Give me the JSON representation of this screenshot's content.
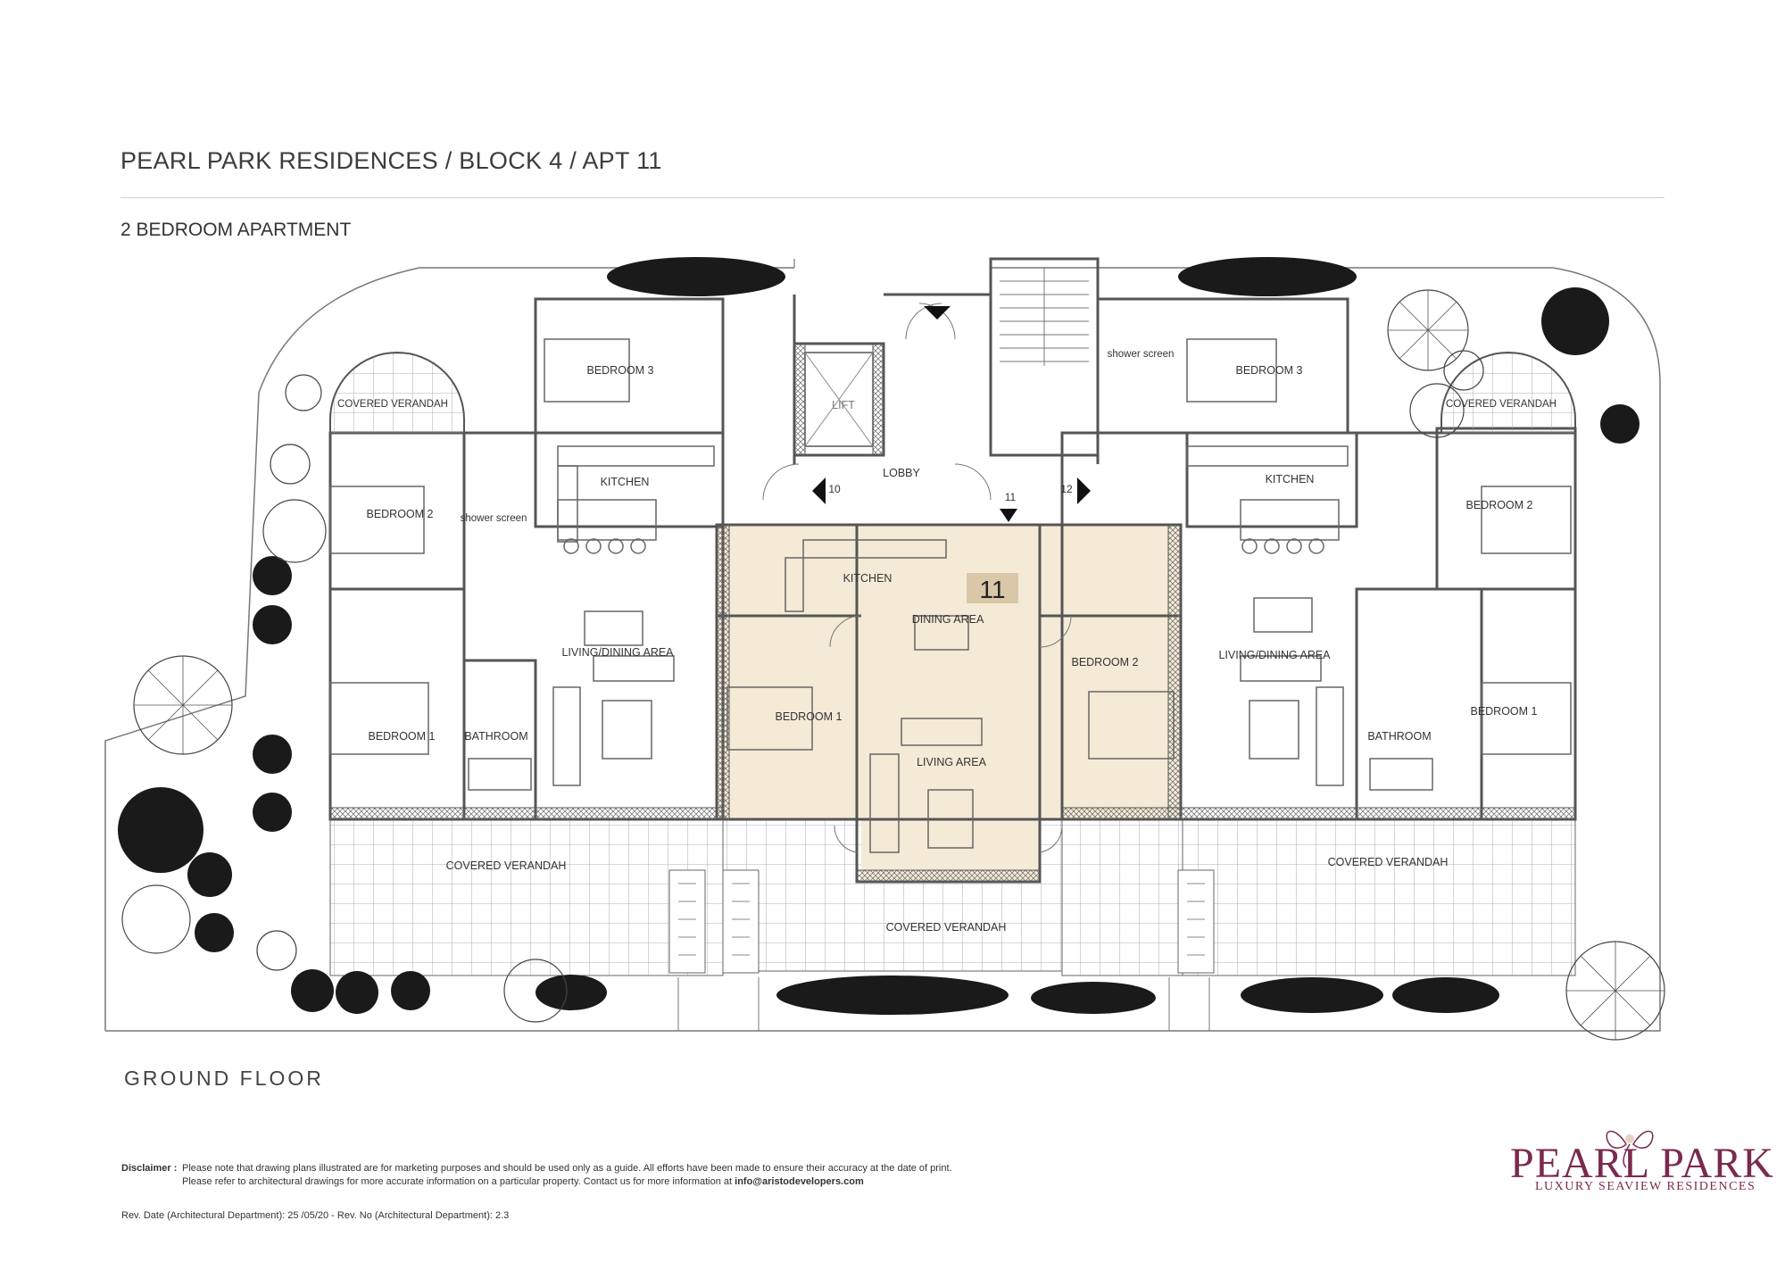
{
  "header": {
    "title": "PEARL PARK RESIDENCES / BLOCK 4 / APT 11",
    "subtitle": "2 BEDROOM APARTMENT"
  },
  "plan": {
    "floor_label": "GROUND FLOOR",
    "unit_badge": "11",
    "door_numbers": [
      "10",
      "11",
      "12"
    ],
    "rooms_left": {
      "bedroom3": "BEDROOM  3",
      "covered_verandah": "COVERED VERANDAH",
      "bedroom2": "BEDROOM  2",
      "shower": "shower screen",
      "kitchen": "KITCHEN",
      "living_dining": "LIVING/DINING AREA",
      "bedroom1": "BEDROOM  1",
      "bathroom": "BATHROOM",
      "verandah_bottom": "COVERED VERANDAH"
    },
    "rooms_center": {
      "lift": "LIFT",
      "lobby": "LOBBY",
      "kitchen": "KITCHEN",
      "dining": "DINING AREA",
      "bedroom1": "BEDROOM  1",
      "living": "LIVING AREA",
      "bedroom2": "BEDROOM  2",
      "verandah": "COVERED VERANDAH"
    },
    "rooms_right": {
      "shower": "shower screen",
      "bedroom3": "BEDROOM  3",
      "covered_verandah": "COVERED VERANDAH",
      "kitchen": "KITCHEN",
      "bedroom2": "BEDROOM  2",
      "living_dining": "LIVING/DINING AREA",
      "bedroom1": "BEDROOM  1",
      "bathroom": "BATHROOM",
      "verandah_bottom": "COVERED VERANDAH"
    },
    "colors": {
      "highlight": "#f5ead6",
      "badge": "#d9c7a8",
      "line": "#555555",
      "tree": "#1a1a1a"
    }
  },
  "footer": {
    "disclaimer_label": "Disclaimer :",
    "disclaimer_line1": "Please note that drawing plans illustrated are for marketing purposes and should be used only as a guide. All efforts have been made to ensure their accuracy at the date of print.",
    "disclaimer_line2": "Please refer to architectural drawings for more accurate information on a particular property. Contact us for more information at",
    "email": "info@aristodevelopers.com",
    "revision": "Rev. Date (Architectural Department): 25 /05/20 - Rev. No (Architectural Department): 2.3"
  },
  "logo": {
    "name": "PEARL PARK",
    "tagline": "LUXURY SEAVIEW RESIDENCES",
    "color": "#7a2a4e"
  }
}
